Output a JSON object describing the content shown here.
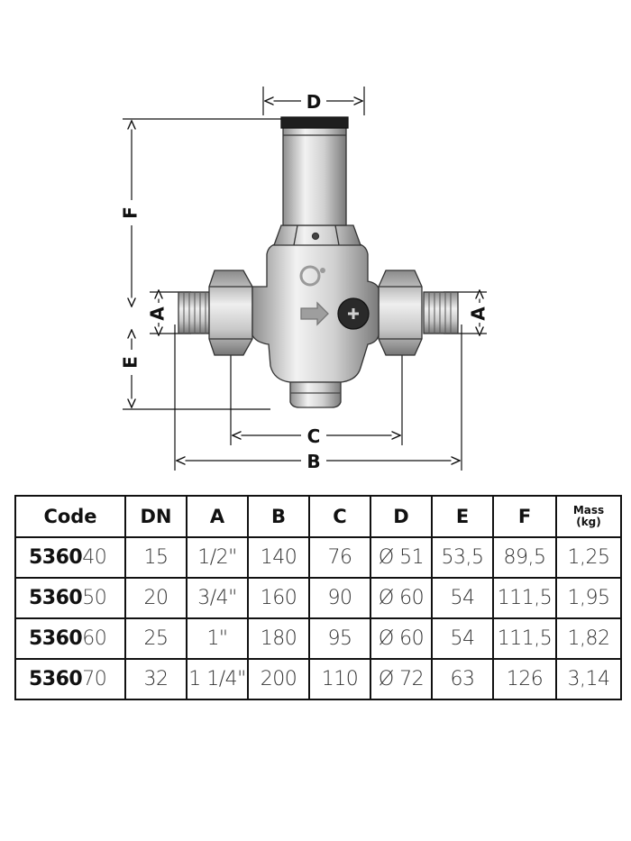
{
  "drawing": {
    "dimension_labels": {
      "d": "D",
      "f": "F",
      "a_left": "A",
      "a_right": "A",
      "e": "E",
      "c": "C",
      "b": "B"
    }
  },
  "table": {
    "headers": {
      "code": "Code",
      "dn": "DN",
      "a": "A",
      "b": "B",
      "c": "C",
      "d": "D",
      "e": "E",
      "f": "F",
      "mass_line1": "Mass",
      "mass_line2": "(kg)"
    },
    "rows": [
      {
        "code_prefix": "5360",
        "code_suffix": "40",
        "dn": "15",
        "a": "1/2\"",
        "b": "140",
        "c": "76",
        "d": "Ø 51",
        "e": "53,5",
        "f": "89,5",
        "mass": "1,25"
      },
      {
        "code_prefix": "5360",
        "code_suffix": "50",
        "dn": "20",
        "a": "3/4\"",
        "b": "160",
        "c": "90",
        "d": "Ø 60",
        "e": "54",
        "f": "111,5",
        "mass": "1,95"
      },
      {
        "code_prefix": "5360",
        "code_suffix": "60",
        "dn": "25",
        "a": "1\"",
        "b": "180",
        "c": "95",
        "d": "Ø 60",
        "e": "54",
        "f": "111,5",
        "mass": "1,82"
      },
      {
        "code_prefix": "5360",
        "code_suffix": "70",
        "dn": "32",
        "a": "1 1/4\"",
        "b": "200",
        "c": "110",
        "d": "Ø 72",
        "e": "63",
        "f": "126",
        "mass": "3,14"
      }
    ]
  }
}
